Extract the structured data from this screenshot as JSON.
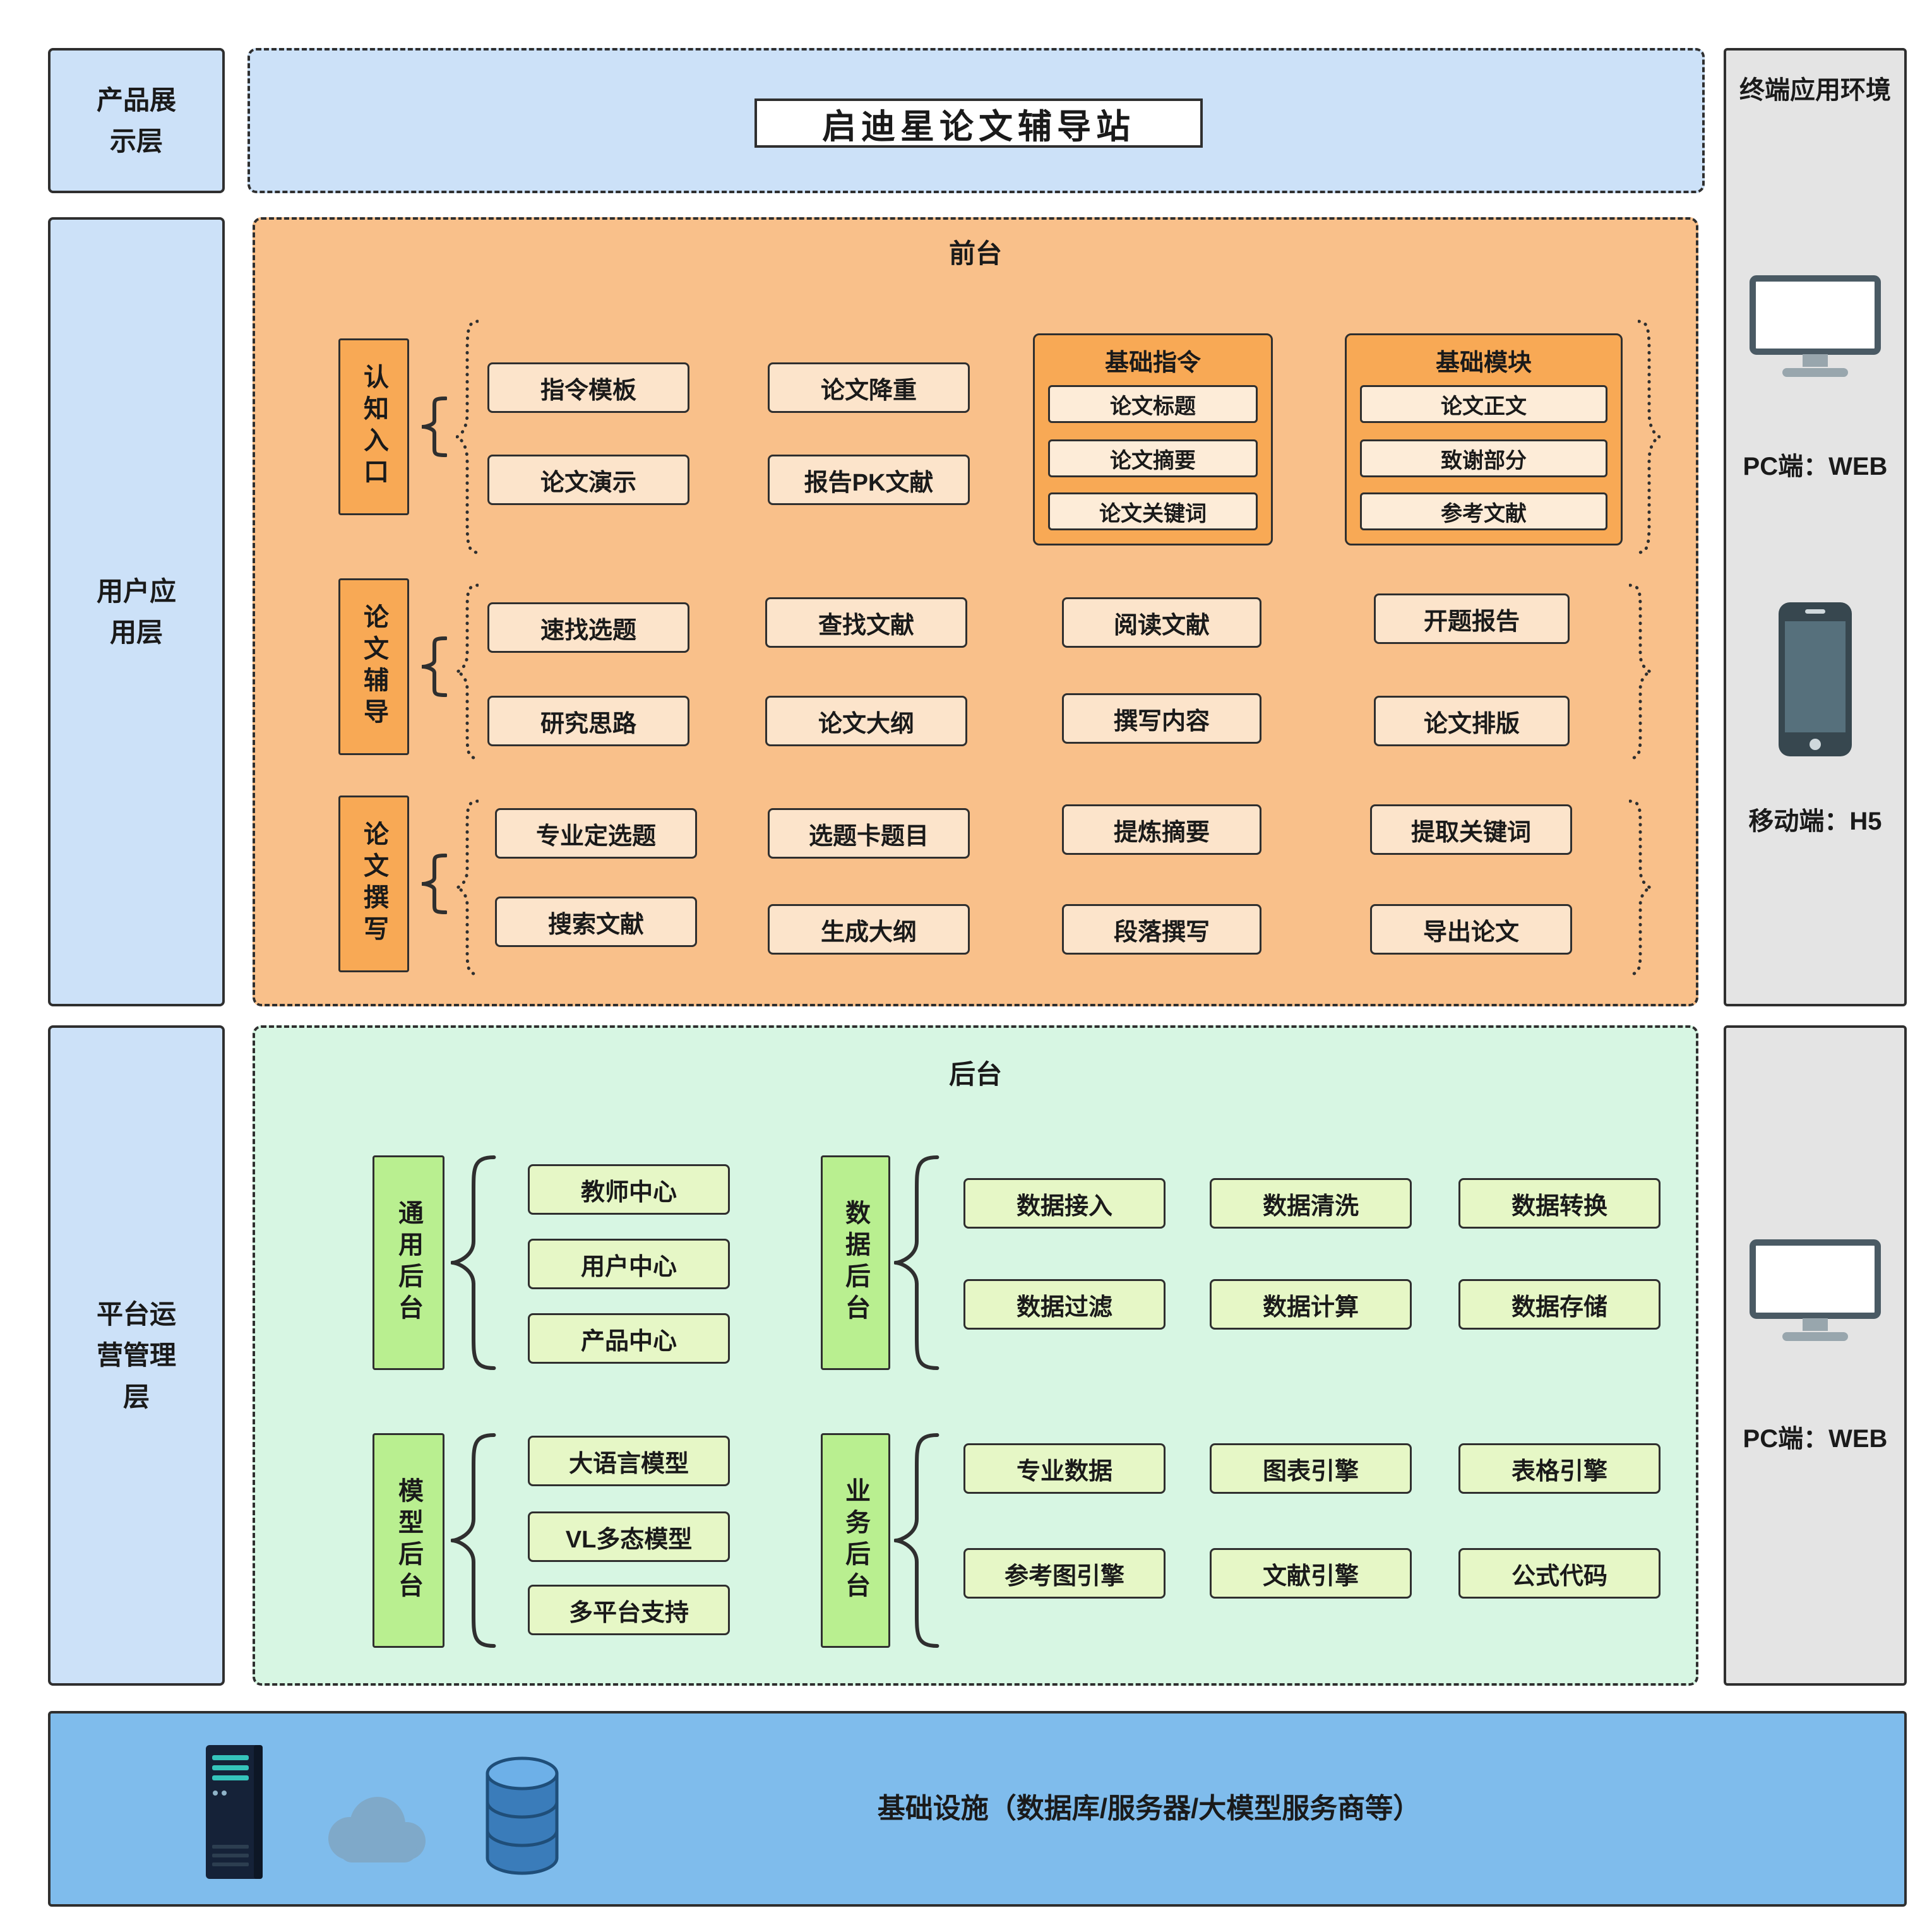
{
  "layers": {
    "product": "产品展示层",
    "user": "用户应用层",
    "platform": "平台运营管理层"
  },
  "title": "启迪星论文辅导站",
  "front": {
    "label": "前台",
    "row1": {
      "side": "认知入口",
      "boxes": [
        "指令模板",
        "论文演示",
        "论文降重",
        "报告PK文献"
      ],
      "group1": {
        "title": "基础指令",
        "items": [
          "论文标题",
          "论文摘要",
          "论文关键词"
        ]
      },
      "group2": {
        "title": "基础模块",
        "items": [
          "论文正文",
          "致谢部分",
          "参考文献"
        ]
      }
    },
    "row2": {
      "side": "论文辅导",
      "boxes": [
        "速找选题",
        "研究思路",
        "查找文献",
        "论文大纲",
        "阅读文献",
        "撰写内容",
        "开题报告",
        "论文排版"
      ]
    },
    "row3": {
      "side": "论文撰写",
      "boxes": [
        "专业定选题",
        "搜索文献",
        "选题卡题目",
        "生成大纲",
        "提炼摘要",
        "段落撰写",
        "提取关键词",
        "导出论文"
      ]
    }
  },
  "back": {
    "label": "后台",
    "general": {
      "side": "通用后台",
      "items": [
        "教师中心",
        "用户中心",
        "产品中心"
      ]
    },
    "data": {
      "side": "数据后台",
      "items": [
        "数据接入",
        "数据清洗",
        "数据转换",
        "数据过滤",
        "数据计算",
        "数据存储"
      ]
    },
    "model": {
      "side": "模型后台",
      "items": [
        "大语言模型",
        "VL多态模型",
        "多平台支持"
      ]
    },
    "business": {
      "side": "业务后台",
      "items": [
        "专业数据",
        "图表引擎",
        "表格引擎",
        "参考图引擎",
        "文献引擎",
        "公式代码"
      ]
    }
  },
  "terminal": {
    "title": "终端应用环境",
    "pc_label": "PC端：WEB",
    "mobile_label": "移动端：H5",
    "pc_label2": "PC端：WEB"
  },
  "infrastructure": {
    "label": "基础设施（数据库/服务器/大模型服务商等）"
  },
  "colors": {
    "layer_blue": "#cce1f8",
    "front_orange": "#f9c08a",
    "front_box": "#fce4cb",
    "front_accent": "#f8a955",
    "back_green": "#d7f6e3",
    "back_label_green": "#b9ef90",
    "back_box": "#e6f7c6",
    "terminal_gray": "#e4e4e4",
    "infra_blue": "#7fbcec",
    "border_dark": "#2f2f2f"
  }
}
